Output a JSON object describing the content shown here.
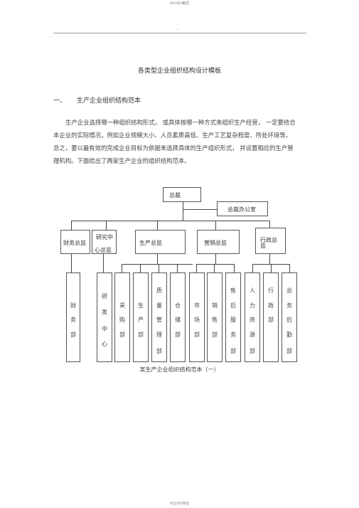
{
  "header_mark": "WORD格式",
  "header_dash": "-",
  "title": "各类型企业组织结构设计模板",
  "section": {
    "number": "一、",
    "heading": "生产企业组织结构范本"
  },
  "paragraph_lines": [
    "生产企业选择哪一种组织结构形式，  或具体按哪一种方式来组织生产经营，  一定要结合",
    "本企业的实际情况，例如企业规模大小、人员素质高低、生产工艺复杂程度、所处环境等。",
    "总之，要以最有效的完成企业目标为依据来选择具体的生产组织形式，    并设置相应的生产管",
    "理机构。下面给出了两家生产企业的组织结构范本。"
  ],
  "org": {
    "ceo": "总裁",
    "office": "总裁办公室",
    "directors": {
      "finance": "财务总监",
      "rd_top": "研究中",
      "rd_bottom": "心总监",
      "production": "生产总监",
      "marketing": "营销总监",
      "admin_top": "行政总",
      "admin_bottom": "监"
    },
    "departments": {
      "d1": {
        "top": "",
        "c1": "财",
        "c2": "务",
        "c3": "部",
        "c4": ""
      },
      "d2": {
        "top": "研",
        "c1": "发",
        "c2": "中",
        "c3": "心",
        "c4": ""
      },
      "d3": {
        "top": "",
        "c1": "采",
        "c2": "购",
        "c3": "部",
        "c4": ""
      },
      "d4": {
        "top": "",
        "c1": "生",
        "c2": "产",
        "c3": "部",
        "c4": ""
      },
      "d5": {
        "top": "质",
        "c1": "量",
        "c2": "管",
        "c3": "理",
        "c4": "部"
      },
      "d6": {
        "top": "",
        "c1": "仓",
        "c2": "储",
        "c3": "部",
        "c4": ""
      },
      "d7": {
        "top": "",
        "c1": "市",
        "c2": "场",
        "c3": "部",
        "c4": ""
      },
      "d8": {
        "top": "",
        "c1": "销",
        "c2": "售",
        "c3": "部",
        "c4": ""
      },
      "d9": {
        "top": "售",
        "c1": "后",
        "c2": "服",
        "c3": "务",
        "c4": "部"
      },
      "d10": {
        "top": "人",
        "c1": "力",
        "c2": "资",
        "c3": "源",
        "c4": "部"
      },
      "d11": {
        "top": "行",
        "c1": "政",
        "c2": "部",
        "c3": "",
        "c4": ""
      },
      "d12": {
        "top": "总",
        "c1": "务",
        "c2": "后",
        "c3": "勤",
        "c4": "部"
      }
    }
  },
  "caption": "某生产企业组织结构范本（一）",
  "footer": "专业资料整理"
}
